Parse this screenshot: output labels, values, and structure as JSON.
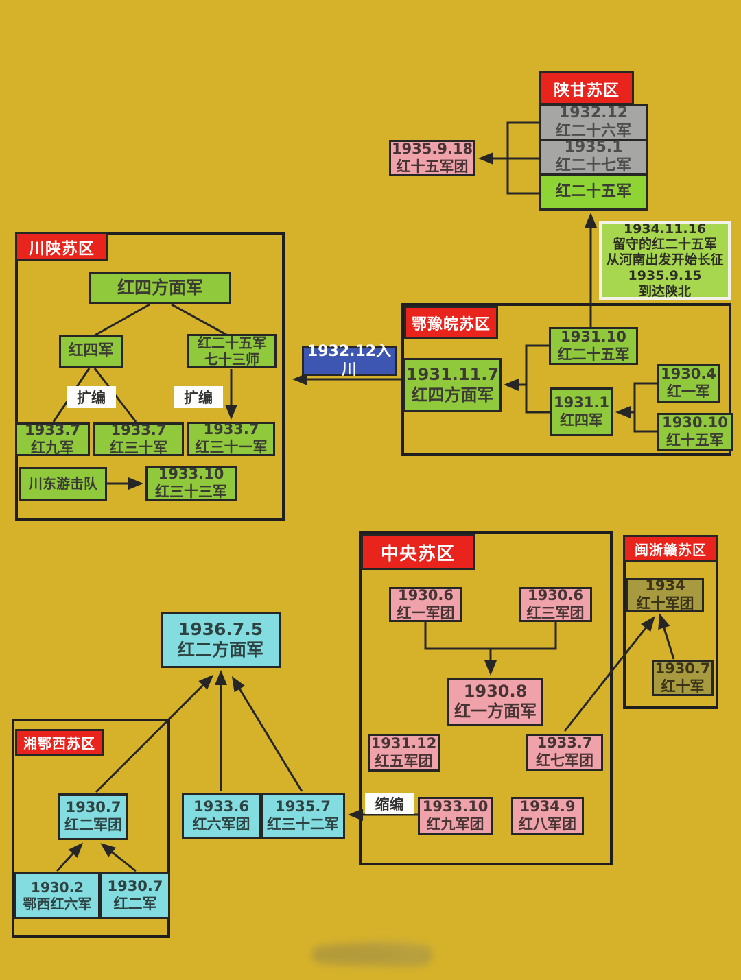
{
  "colors": {
    "background": "#d6b22b",
    "green_box": "#90c93c",
    "bright_green_box": "#8ed434",
    "gray_box": "#a6a6a4",
    "pink_box": "#f0a2aa",
    "cyan_box": "#83dcdf",
    "olive_box": "#a89a3e",
    "red_header": "#e8241c",
    "blue_box": "#3d56b2",
    "note_box": "#a6d74e",
    "line": "#262626"
  },
  "shaangan": {
    "title": "陕甘苏区",
    "army26": {
      "l1": "1932.12",
      "l2": "红二十六军"
    },
    "army27": {
      "l1": "1935.1",
      "l2": "红二十七军"
    },
    "army25": "红二十五军",
    "corps15": {
      "l1": "1935.9.18",
      "l2": "红十五军团"
    },
    "note": {
      "l1": "1934.11.16",
      "l2": "留守的红二十五军",
      "l3": "从河南出发开始长征",
      "l4": "1935.9.15",
      "l5": "到达陕北"
    }
  },
  "chuanshaan": {
    "title": "川陕苏区",
    "front4": "红四方面军",
    "army4": "红四军",
    "div73": {
      "l1": "红二十五军",
      "l2": "七十三师"
    },
    "expand_left": "扩编",
    "expand_right": "扩编",
    "army9": {
      "l1": "1933.7",
      "l2": "红九军"
    },
    "army30": {
      "l1": "1933.7",
      "l2": "红三十军"
    },
    "army31": {
      "l1": "1933.7",
      "l2": "红三十一军"
    },
    "guerrilla": "川东游击队",
    "army33": {
      "l1": "1933.10",
      "l2": "红三十三军"
    }
  },
  "enter_sichuan": "1932.12入川",
  "eyuwan": {
    "title": "鄂豫皖苏区",
    "front4": {
      "l1": "1931.11.7",
      "l2": "红四方面军"
    },
    "army25": {
      "l1": "1931.10",
      "l2": "红二十五军"
    },
    "army4": {
      "l1": "1931.1",
      "l2": "红四军"
    },
    "army1": {
      "l1": "1930.4",
      "l2": "红一军"
    },
    "army15": {
      "l1": "1930.10",
      "l2": "红十五军"
    }
  },
  "central": {
    "title": "中央苏区",
    "corps1": {
      "l1": "1930.6",
      "l2": "红一军团"
    },
    "corps3": {
      "l1": "1930.6",
      "l2": "红三军团"
    },
    "front1": {
      "l1": "1930.8",
      "l2": "红一方面军"
    },
    "corps5": {
      "l1": "1931.12",
      "l2": "红五军团"
    },
    "corps7": {
      "l1": "1933.7",
      "l2": "红七军团"
    },
    "corps9": {
      "l1": "1933.10",
      "l2": "红九军团"
    },
    "corps8": {
      "l1": "1934.9",
      "l2": "红八军团"
    },
    "shrink": "缩编"
  },
  "minzhegan": {
    "title": "闽浙赣苏区",
    "corps10": {
      "l1": "1934",
      "l2": "红十军团"
    },
    "army10": {
      "l1": "1930.7",
      "l2": "红十军"
    }
  },
  "xiangexi": {
    "title": "湘鄂西苏区",
    "corps2": {
      "l1": "1930.7",
      "l2": "红二军团"
    },
    "army6": {
      "l1": "1930.2",
      "l2": "鄂西红六军"
    },
    "army2": {
      "l1": "1930.7",
      "l2": "红二军"
    }
  },
  "front2": {
    "l1": "1936.7.5",
    "l2": "红二方面军"
  },
  "corps6": {
    "l1": "1933.6",
    "l2": "红六军团"
  },
  "army32": {
    "l1": "1935.7",
    "l2": "红三十二军"
  }
}
